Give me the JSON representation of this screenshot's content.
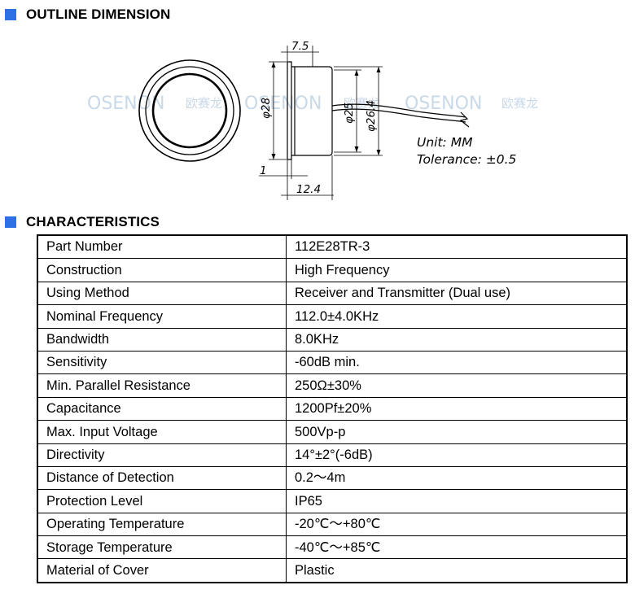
{
  "sections": {
    "outline_title": "OUTLINE DIMENSION",
    "characteristics_title": "CHARACTERISTICS"
  },
  "colors": {
    "accent": "#2f6fe6",
    "watermark": "#c9d9e8"
  },
  "drawing": {
    "dim_top": "7.5",
    "dim_d28": "φ28",
    "dim_d25": "φ25",
    "dim_d264": "φ26.4",
    "dim_1": "1",
    "dim_124": "12.4",
    "unit": "Unit: MM",
    "tolerance": "Tolerance: ±0.5",
    "watermark_1": "OSENON",
    "watermark_1_cn": "欧赛龙",
    "watermark_2": "OSENON",
    "watermark_2_cn": "欧赛龙",
    "watermark_3": "OSENON",
    "watermark_3_cn": "欧赛龙"
  },
  "characteristics": [
    {
      "key": "Part Number",
      "value": "112E28TR-3"
    },
    {
      "key": "Construction",
      "value": "High Frequency"
    },
    {
      "key": "Using Method",
      "value": "Receiver and Transmitter (Dual use)"
    },
    {
      "key": "Nominal Frequency",
      "value": "112.0±4.0KHz"
    },
    {
      "key": "Bandwidth",
      "value": "8.0KHz"
    },
    {
      "key": "Sensitivity",
      "value": "-60dB min."
    },
    {
      "key": "Min. Parallel Resistance",
      "value": "250Ω±30%"
    },
    {
      "key": "Capacitance",
      "value": "1200Pf±20%"
    },
    {
      "key": "Max. Input Voltage",
      "value": "500Vp-p"
    },
    {
      "key": "Directivity",
      "value": "14°±2°(-6dB)"
    },
    {
      "key": "Distance of Detection",
      "value": "0.2～4m"
    },
    {
      "key": "Protection Level",
      "value": "IP65"
    },
    {
      "key": "Operating Temperature",
      "value": "-20℃～+80℃"
    },
    {
      "key": "Storage Temperature",
      "value": "-40℃～+85℃"
    },
    {
      "key": "Material of Cover",
      "value": "Plastic"
    }
  ]
}
